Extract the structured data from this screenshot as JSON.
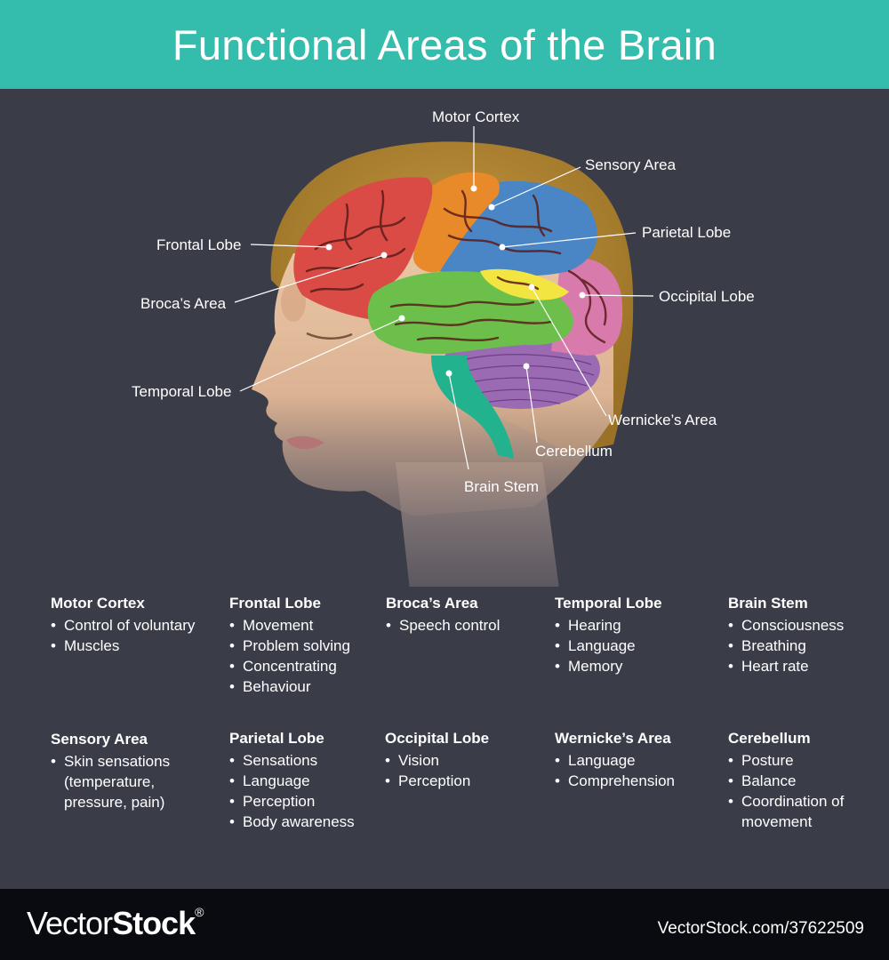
{
  "title": "Functional Areas of the Brain",
  "colors": {
    "header": "#34bcad",
    "background": "#3a3c48",
    "footer": "#0a0b10",
    "frontal": "#d94b44",
    "motor": "#e88a2a",
    "parietal": "#4a86c5",
    "occipital": "#d97aad",
    "temporal": "#6bbf4a",
    "wernicke": "#f2e542",
    "cerebellum": "#9a6ab3",
    "brainstem": "#22b28e",
    "hair": "#b88a35",
    "skin": "#e6c2a0"
  },
  "callouts": {
    "motor_cortex": "Motor Cortex",
    "sensory_area": "Sensory Area",
    "parietal_lobe": "Parietal Lobe",
    "frontal_lobe": "Frontal Lobe",
    "brocas_area": "Broca’s Area",
    "occipital_lobe": "Occipital Lobe",
    "temporal_lobe": "Temporal Lobe",
    "wernickes_area": "Wernicke’s Area",
    "cerebellum": "Cerebellum",
    "brain_stem": "Brain Stem"
  },
  "info": {
    "motor_cortex": {
      "heading": "Motor Cortex",
      "items": [
        "Control of voluntary",
        "Muscles"
      ]
    },
    "frontal_lobe": {
      "heading": "Frontal Lobe",
      "items": [
        "Movement",
        "Problem solving",
        "Concentrating",
        "Behaviour"
      ]
    },
    "brocas_area": {
      "heading": "Broca’s Area",
      "items": [
        "Speech control"
      ]
    },
    "temporal_lobe": {
      "heading": "Temporal Lobe",
      "items": [
        "Hearing",
        "Language",
        "Memory"
      ]
    },
    "brain_stem": {
      "heading": "Brain Stem",
      "items": [
        "Consciousness",
        "Breathing",
        "Heart rate"
      ]
    },
    "sensory_area": {
      "heading": "Sensory Area",
      "items": [
        "Skin sensations (temperature, pressure, pain)"
      ]
    },
    "parietal_lobe": {
      "heading": "Parietal Lobe",
      "items": [
        "Sensations",
        "Language",
        "Perception",
        "Body awareness"
      ]
    },
    "occipital_lobe": {
      "heading": "Occipital Lobe",
      "items": [
        "Vision",
        "Perception"
      ]
    },
    "wernickes_area": {
      "heading": "Wernicke’s Area",
      "items": [
        "Language",
        "Comprehension"
      ]
    },
    "cerebellum": {
      "heading": "Cerebellum",
      "items": [
        "Posture",
        "Balance",
        "Coordination of movement"
      ]
    }
  },
  "footer": {
    "logo_part1": "Vector",
    "logo_part2": "Stock",
    "logo_mark": "®",
    "image_id": "VectorStock.com/37622509"
  }
}
